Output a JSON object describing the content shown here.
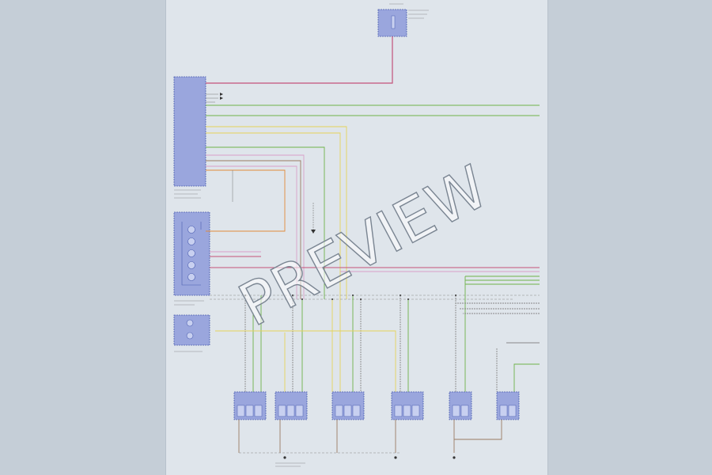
{
  "watermark": "PREVIEW",
  "colors": {
    "page_bg": "#dfe5eb",
    "module_fill": "#9aa6dd",
    "module_stroke": "#4d5fb0",
    "wire_violet": "#c4527a",
    "wire_green": "#6fb24a",
    "wire_yellow": "#e6d35a",
    "wire_orange": "#e08a3a",
    "wire_pink": "#d9a0c8",
    "wire_gray": "#909090",
    "wire_brown": "#9a7a62"
  },
  "components": {
    "fuse_box": "fuse-box",
    "front_module": "front-electronic-module",
    "light_switch": "light-switch-center",
    "ground_point": "ground-point",
    "lamps": [
      "lamp-1",
      "lamp-2",
      "lamp-3",
      "lamp-4",
      "lamp-5",
      "lamp-6"
    ]
  }
}
